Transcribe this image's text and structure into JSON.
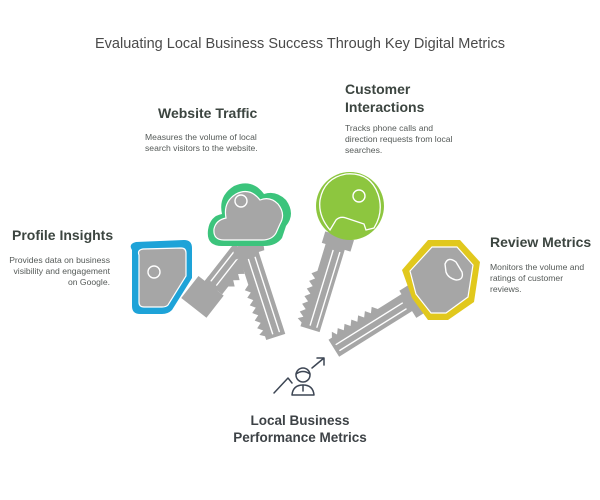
{
  "title": "Evaluating Local Business Success Through Key Digital Metrics",
  "center": {
    "label": "Local Business Performance Metrics",
    "icon": "person-growth-icon"
  },
  "metrics": [
    {
      "id": "profile-insights",
      "heading": "Profile Insights",
      "description": "Provides data on business visibility and engagement on Google.",
      "color": "#1ea3d8",
      "key_shape": "pentagon"
    },
    {
      "id": "website-traffic",
      "heading": "Website Traffic",
      "description": "Measures the volume of local search visitors to the website.",
      "color": "#3cc47c",
      "key_shape": "cloud"
    },
    {
      "id": "customer-interactions",
      "heading": "Customer Interactions",
      "description": "Tracks phone calls and direction requests from local searches.",
      "color": "#8dc63f",
      "key_shape": "circle"
    },
    {
      "id": "review-metrics",
      "heading": "Review Metrics",
      "description": "Monitors the volume and ratings of customer reviews.",
      "color": "#e1c81d",
      "key_shape": "hexagon"
    }
  ],
  "key_body_color": "#a6a6a6"
}
